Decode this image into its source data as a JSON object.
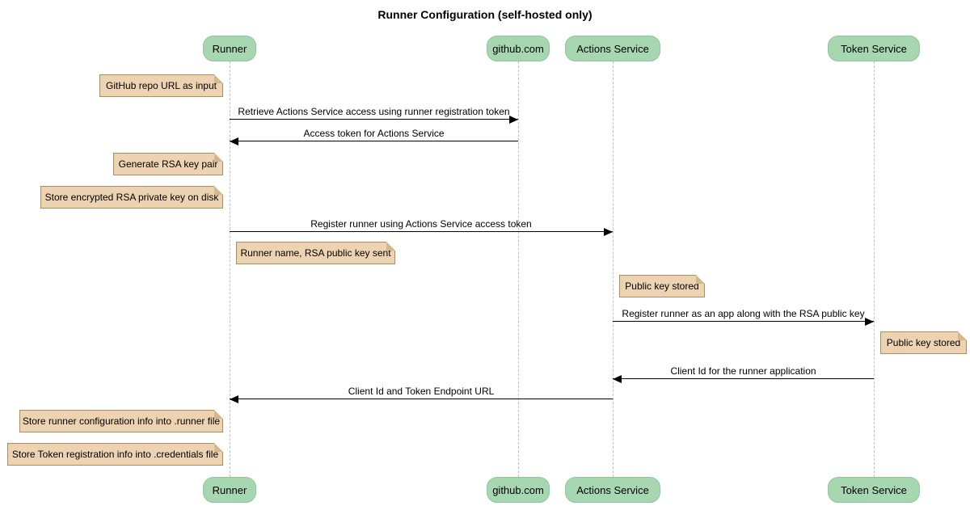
{
  "title": "Runner Configuration (self-hosted only)",
  "participants": [
    "Runner",
    "github.com",
    "Actions Service",
    "Token Service"
  ],
  "notes": [
    "GitHub repo URL as input",
    "Generate RSA key pair",
    "Store encrypted RSA private key on disk",
    "Runner name, RSA public key sent",
    "Public key stored",
    "Public key stored",
    "Store runner configuration info into .runner file",
    "Store Token registration info into .credentials file"
  ],
  "messages": [
    "Retrieve Actions Service access using runner registration token",
    "Access token for Actions Service",
    "Register runner using Actions Service access token",
    "Register runner as an app along with the RSA public key",
    "Client Id for the runner application",
    "Client Id and Token Endpoint URL"
  ],
  "colors": {
    "participant_fill": "#A6D7B0",
    "participant_border": "#8FC49D",
    "note_fill": "#EDD3B1",
    "note_border": "#A98E5E",
    "lifeline": "#BFBFBF",
    "arrow": "#000000",
    "background": "#FFFFFF",
    "text": "#000000"
  }
}
